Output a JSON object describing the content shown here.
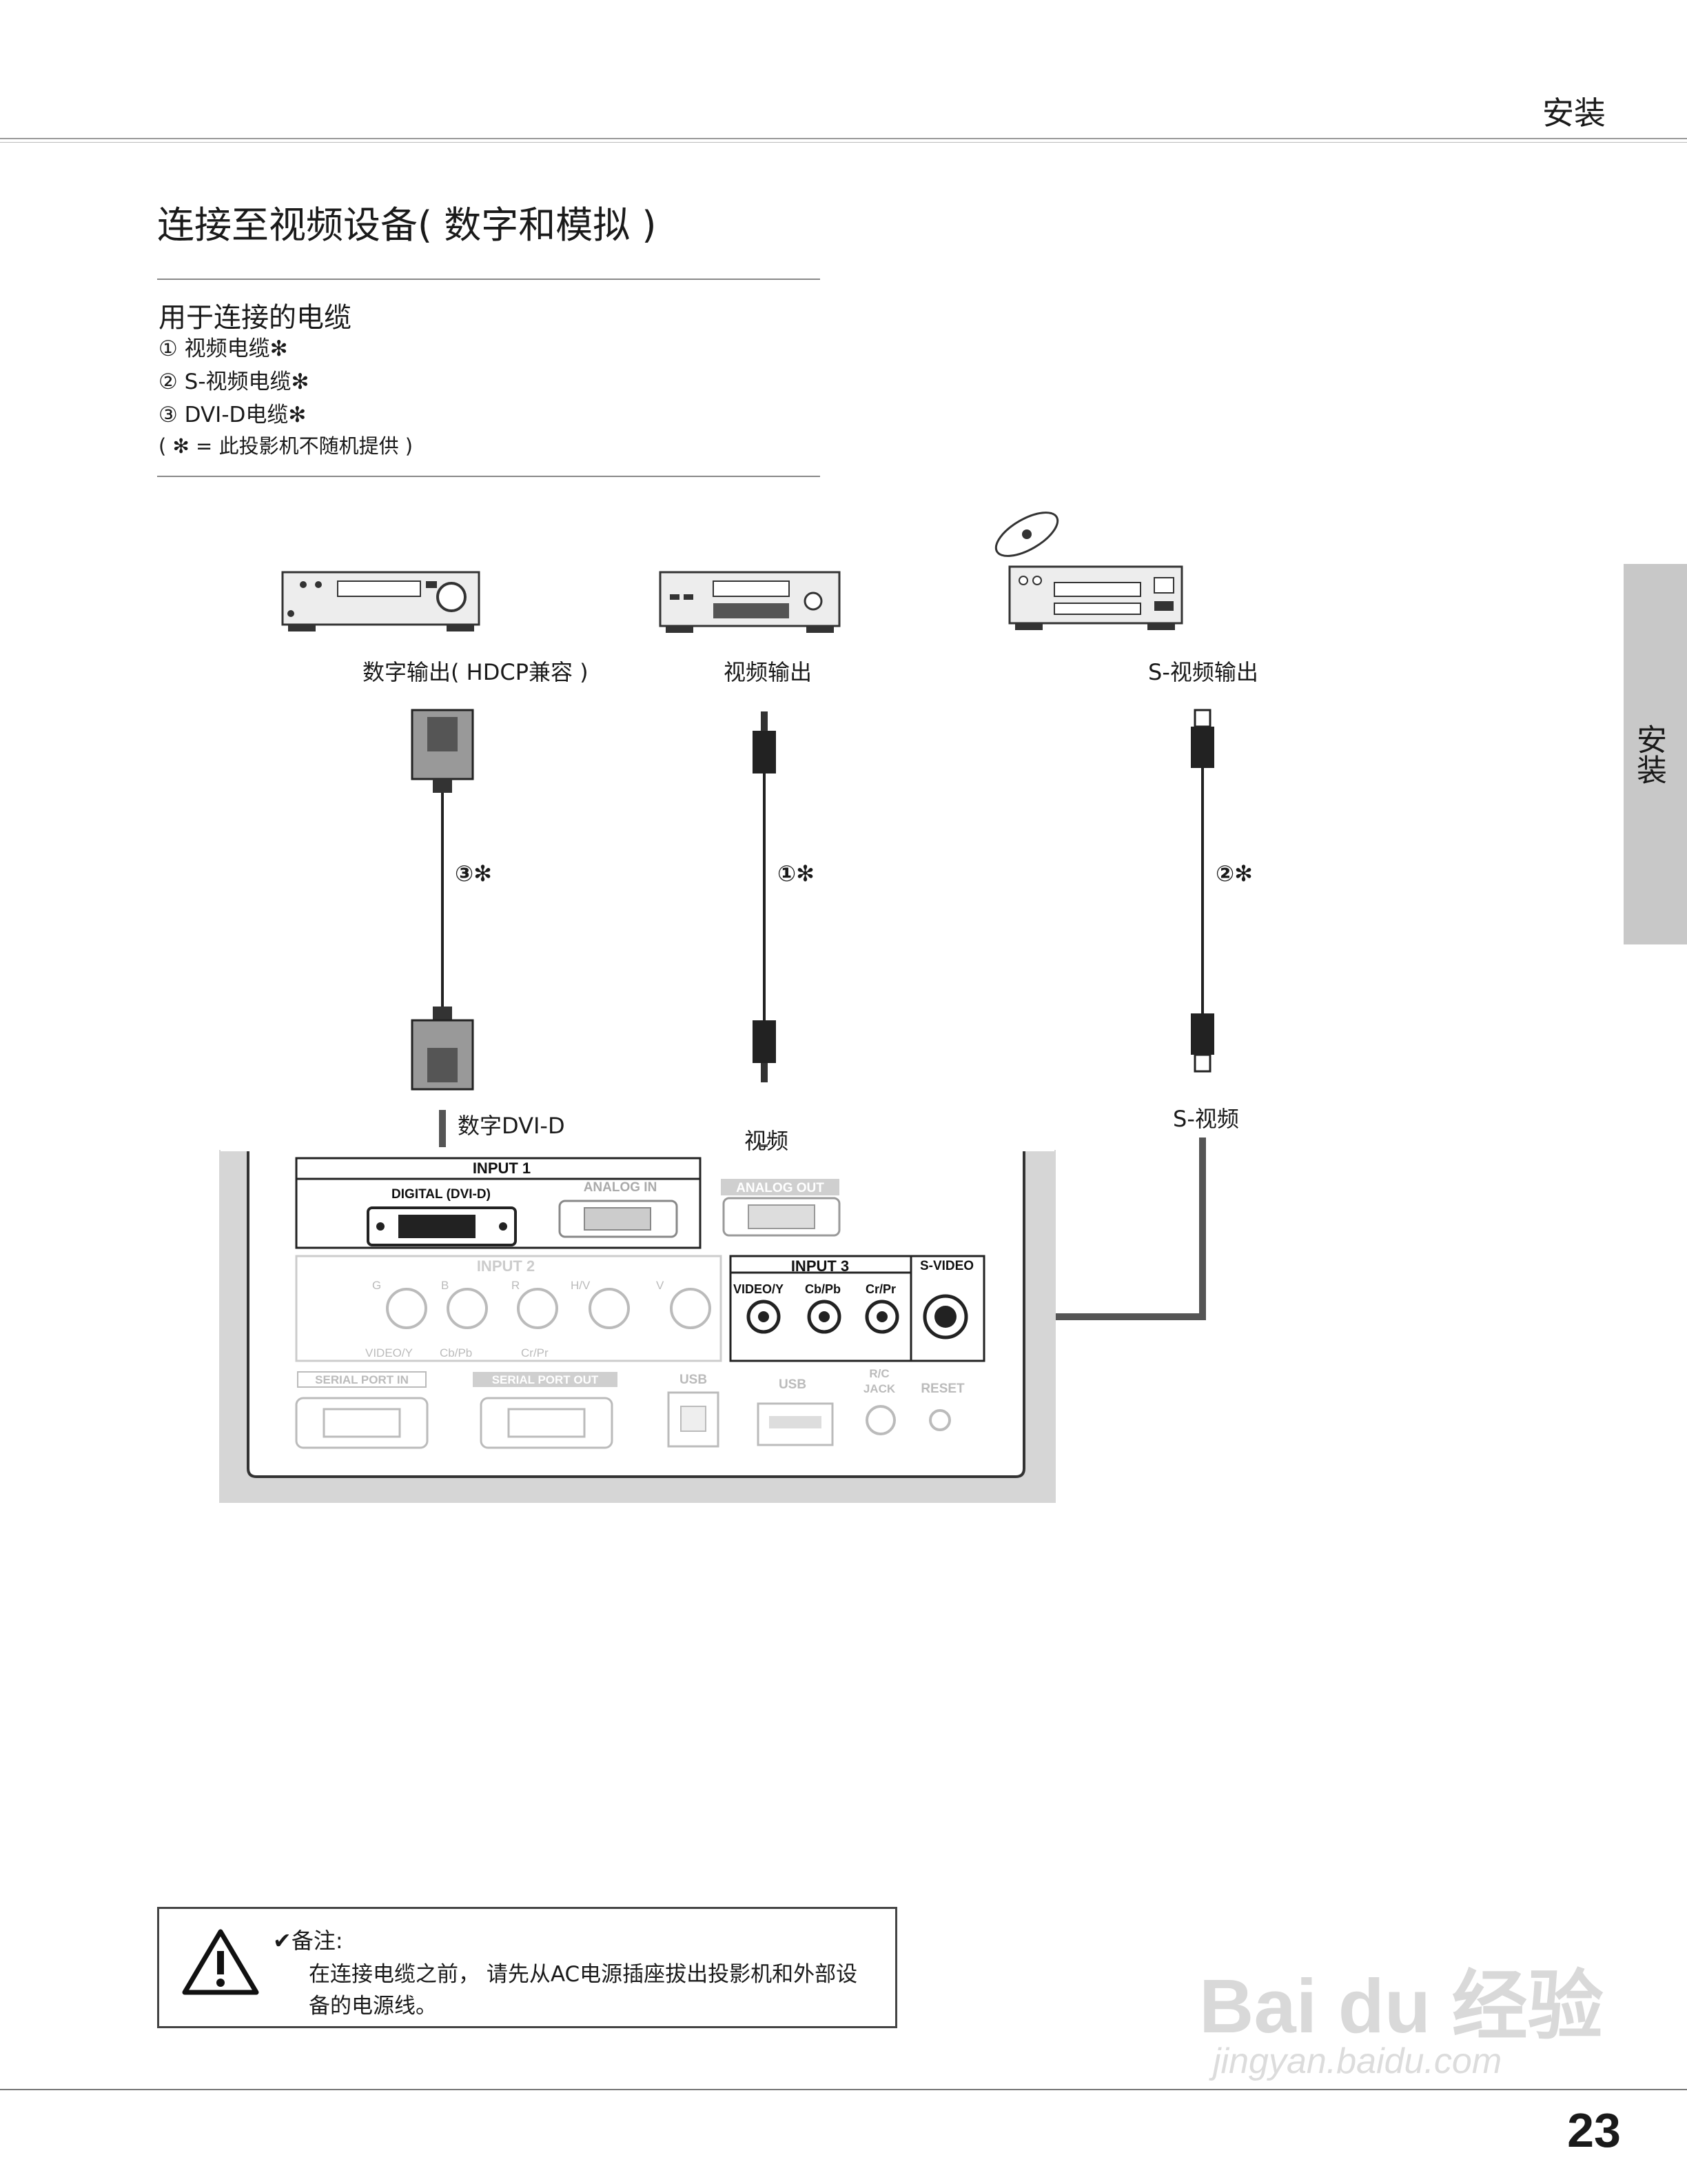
{
  "header": {
    "section_title": "安装"
  },
  "page_title": "连接至视频设备( 数字和模拟 )",
  "cables": {
    "heading": "用于连接的电缆",
    "items": [
      "① 视频电缆✻",
      "② S-视频电缆✻",
      "③ DVI-D电缆✻"
    ],
    "footnote": "( ✻ = 此投影机不随机提供 )"
  },
  "side_tab": {
    "label": "安装"
  },
  "devices": {
    "digital_out": "数字输出( HDCP兼容 )",
    "video_out": "视频输出",
    "svideo_out": "S-视频输出"
  },
  "cable_markers": {
    "dvi": "③✻",
    "video": "①✻",
    "svideo": "②✻"
  },
  "connector_labels": {
    "dvi": "数字DVI-D",
    "video": "视频",
    "svideo": "S-视频"
  },
  "panel": {
    "input1": "INPUT 1",
    "digital_dvi": "DIGITAL (DVI-D)",
    "analog_in": "ANALOG IN",
    "analog_out": "ANALOG OUT",
    "input2": "INPUT 2",
    "input2_top": [
      "G",
      "B",
      "R",
      "H/V",
      "V"
    ],
    "input2_bottom": [
      "VIDEO/Y",
      "Cb/Pb",
      "Cr/Pr"
    ],
    "input3": "INPUT 3",
    "input3_jacks": [
      "VIDEO/Y",
      "Cb/Pb",
      "Cr/Pr"
    ],
    "svideo": "S-VIDEO",
    "serial_in": "SERIAL PORT IN",
    "serial_out": "SERIAL PORT OUT",
    "usb_b": "USB",
    "usb_a": "USB",
    "rc_jack_1": "R/C",
    "rc_jack_2": "JACK",
    "reset": "RESET"
  },
  "note": {
    "heading": "✔备注:",
    "line1": "在连接电缆之前， 请先从AC电源插座拔出投影机和外部设",
    "line2": "备的电源线。"
  },
  "watermark": {
    "brand": "Bai du 经验",
    "url": "jingyan.baidu.com"
  },
  "page_number": "23"
}
